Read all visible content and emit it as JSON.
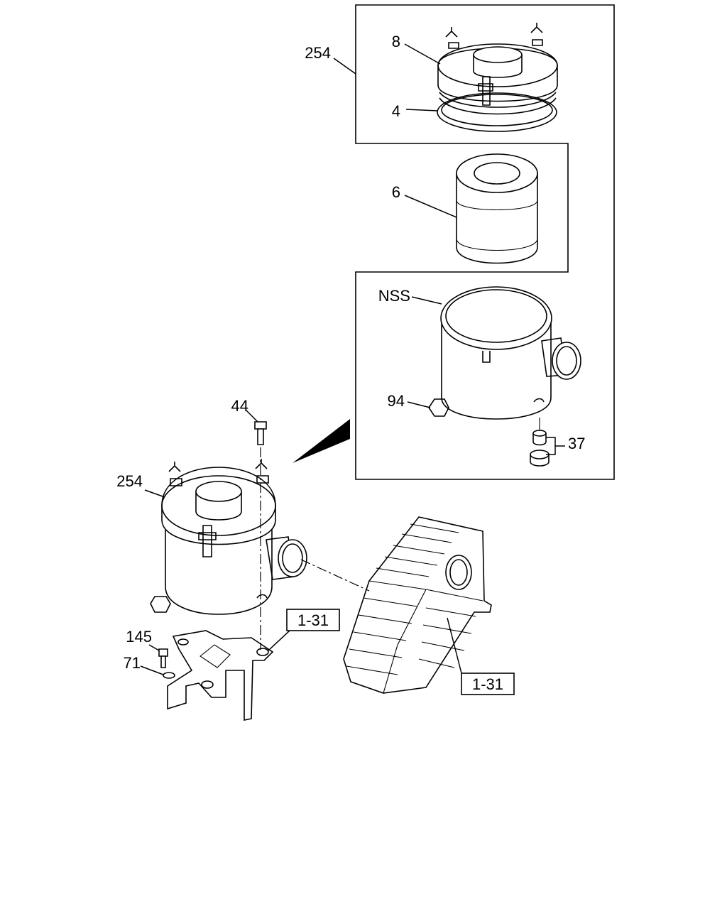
{
  "labels": {
    "assembly_top": "254",
    "cover": "8",
    "seal": "4",
    "element": "6",
    "body": "NSS",
    "drain_valve": "94",
    "grommet": "37",
    "bolt": "44",
    "assembly_main": "254",
    "bolt_small": "145",
    "washer": "71",
    "ref_bracket": "1-31",
    "ref_duct": "1-31"
  }
}
